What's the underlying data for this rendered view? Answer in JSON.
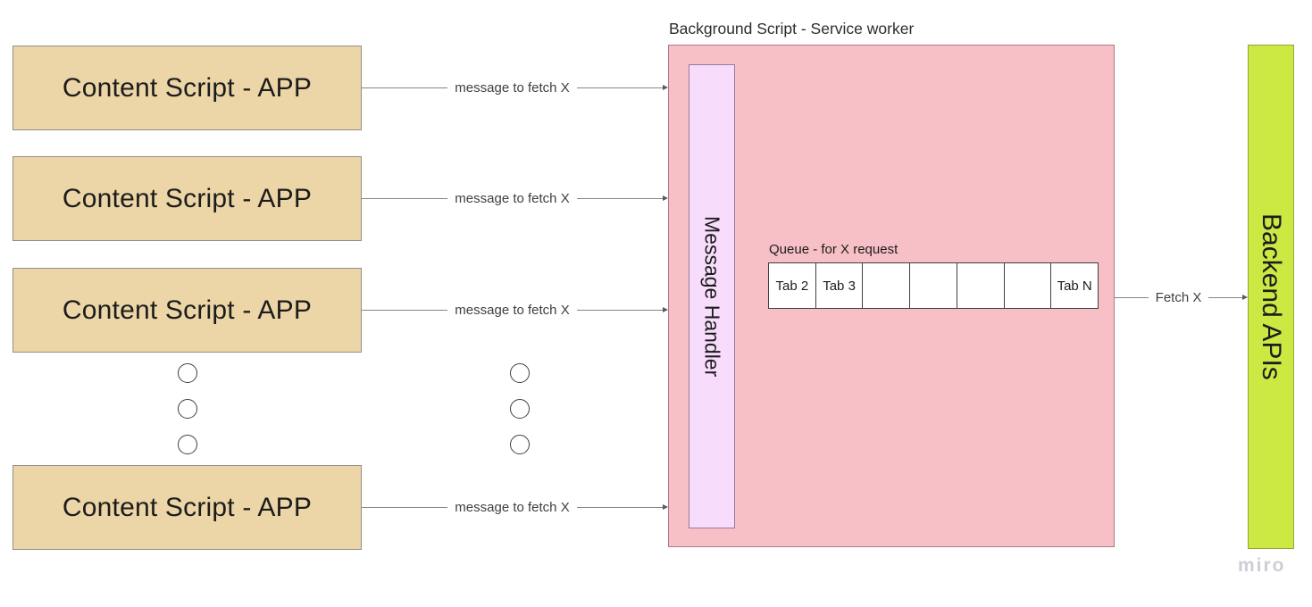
{
  "nodes": {
    "content_scripts": [
      {
        "label": "Content Script - APP"
      },
      {
        "label": "Content Script - APP"
      },
      {
        "label": "Content Script - APP"
      },
      {
        "label": "Content Script - APP"
      }
    ],
    "background": {
      "title": "Background Script - Service worker",
      "handler_label": "Message Handler",
      "queue": {
        "title": "Queue - for X request",
        "cells": [
          "Tab 2",
          "Tab 3",
          "",
          "",
          "",
          "",
          "Tab N"
        ]
      }
    },
    "backend": {
      "label": "Backend APIs"
    }
  },
  "connectors": {
    "messages": [
      {
        "label": "message to fetch X"
      },
      {
        "label": "message to fetch X"
      },
      {
        "label": "message to fetch X"
      },
      {
        "label": "message to fetch X"
      }
    ],
    "fetch": {
      "label": "Fetch X"
    }
  },
  "watermark": {
    "label": "miro"
  },
  "colors": {
    "content_script_fill": "#ecd5a6",
    "background_fill": "#f7bfc6",
    "handler_fill": "#f8dcfc",
    "backend_fill": "#cbe843",
    "queue_cell_fill": "#ffffff"
  }
}
